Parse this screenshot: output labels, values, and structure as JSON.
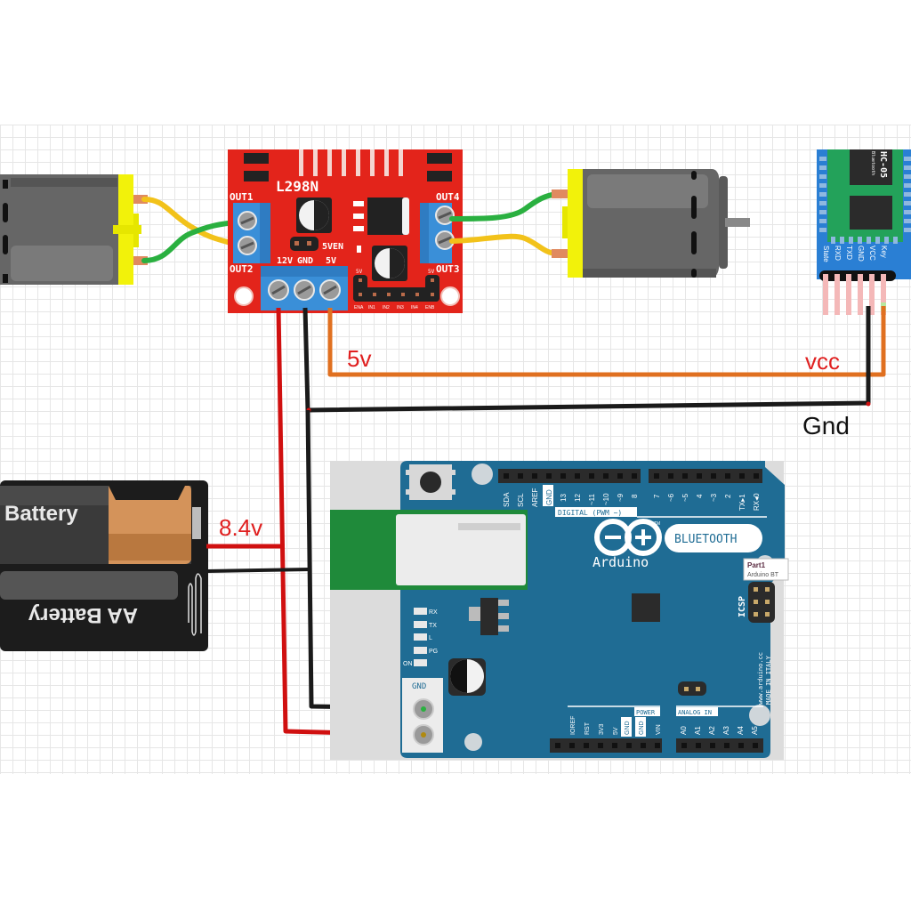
{
  "diagram": {
    "title": "Arduino BT + L298N + HC-05 dual motor wiring",
    "labels": {
      "five_v": "5v",
      "vcc": "vcc",
      "gnd": "Gnd",
      "battery_voltage": "8.4v"
    },
    "l298n": {
      "name": "L298N",
      "out1": "OUT1",
      "out2": "OUT2",
      "out3": "OUT3",
      "out4": "OUT4",
      "five_ven": "5VEN",
      "power_pins": [
        "12V",
        "GND",
        "5V"
      ],
      "header_5v_left": "5V",
      "header_5v_right": "5V",
      "control_pins": [
        "ENA",
        "IN1",
        "IN2",
        "IN3",
        "IN4",
        "ENB"
      ]
    },
    "hc05": {
      "name": "HC-05",
      "subtitle": "Bluetooth",
      "pins": [
        "State",
        "RXD",
        "TXD",
        "GND",
        "VCC",
        "Key"
      ]
    },
    "battery": {
      "top_label": "Battery",
      "bottom_label": "AA Battery"
    },
    "arduino": {
      "logo_text": "Arduino",
      "badge": "BLUETOOTH",
      "tm": "TM",
      "digital_label": "DIGITAL (PWM ~)",
      "digital_pins_left": [
        "SDA",
        "SCL",
        "AREF",
        "GND",
        "13",
        "12",
        "~11",
        "~10",
        "~9",
        "8"
      ],
      "digital_pins_right": [
        "7",
        "~6",
        "~5",
        "4",
        "~3",
        "2",
        "TX▸1",
        "RX◂0"
      ],
      "leds": [
        "RX",
        "TX",
        "L",
        "PG",
        "ON"
      ],
      "gnd_terminal": "GND",
      "icsp": "ICSP",
      "website": "www.arduino.cc",
      "made_in": "MADE IN ITALY",
      "power_label": "POWER",
      "power_pins": [
        "IOREF",
        "RST",
        "3V3",
        "5V",
        "GND",
        "GND",
        "VIN"
      ],
      "analog_label": "ANALOG IN",
      "analog_pins": [
        "A0",
        "A1",
        "A2",
        "A3",
        "A4",
        "A5"
      ]
    },
    "tooltip": {
      "title": "Part1",
      "subtitle": "Arduino BT"
    },
    "colors": {
      "l298n_red": "#e3241b",
      "terminal_blue": "#3a8fd8",
      "arduino_teal": "#1f6c94",
      "hc05_blue": "#2a7fd4",
      "hc05_green": "#23a25a",
      "wire_red": "#d01010",
      "wire_black": "#1a1a1a",
      "wire_orange": "#e07020",
      "wire_green": "#2ab040",
      "wire_yellow": "#f2c21a",
      "motor_yellow": "#f2f20a",
      "motor_gray": "#666666",
      "label_red": "#e02020"
    }
  }
}
